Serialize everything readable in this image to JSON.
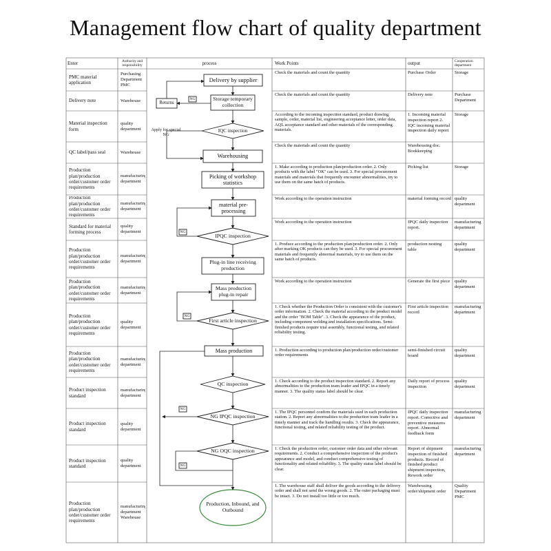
{
  "title": "Management flow chart of quality department",
  "headers": {
    "enter": "Enter",
    "authority": "Authority and responsibility",
    "process": "process",
    "work_points": "Work Points",
    "output": "output",
    "cooperation": "Cooperation department"
  },
  "rows": [
    {
      "enter": "PMC material application",
      "authority": "Purchasing Department PMC",
      "work": "Check the materials and count the quantity",
      "output": "Purchase Order",
      "coop": "Storage"
    },
    {
      "enter": "Delivery note",
      "authority": "Warehouse",
      "work": "Check the materials and count the quantity",
      "output": "Delivery note",
      "coop": "Purchase Department"
    },
    {
      "enter": "Material inspection form",
      "authority": "quality department",
      "work": "According to the incoming inspection standard, product drawing, sample, order, material list, engineering acceptance letter, order data, AQL acceptance standard and other materials of the corresponding materials.",
      "output": "1. Incoming material inspection report 2. IQC incoming material inspection daily report",
      "coop": "Storage"
    },
    {
      "enter": "QC label/pass seal",
      "authority": "Warehouse",
      "work": "Check the materials and count the quantity",
      "output": "Warehousing doc. Bookkeeping",
      "coop": ""
    },
    {
      "enter": "Production plan/production order/customer order requirements",
      "authority": "manufacturing department",
      "work": "1. Make according to production plan/production order. 2. Only products with the label \"OK\" can be used. 3. For special procurement materials and materials that frequently encounter abnormalities, try to use them on the same batch of products.",
      "output": "Picking list",
      "coop": "Storage"
    },
    {
      "enter": "Production plan/production order/customer order requirements",
      "authority": "manufacturing department",
      "work": "Work according to the operation instruction",
      "output": "material forming record",
      "coop": "quality department"
    },
    {
      "enter": "Standard for material forming process",
      "authority": "quality department",
      "work": "Work according to the operation instruction",
      "output": "IPQC daily inspection report.",
      "coop": "manufacturing department"
    },
    {
      "enter": "Production plan/production order/customer order requirements",
      "authority": "manufacturing department",
      "work": "1. Produce according to the production plan/production order. 2. Only after marking OK products can they be used. 3. For special procurement materials and frequently abnormal materials, try to use them on the same batch of products.",
      "output": "production nesting table",
      "coop": "quality department"
    },
    {
      "enter": "Production plan/production order/customer order requirements",
      "authority": "manufacturing department",
      "work": "Work according to the operation instruction",
      "output": "Generate the first piece",
      "coop": "quality department"
    },
    {
      "enter": "Production plan/production order/customer order requirements",
      "authority": "quality department",
      "work": "1. Check whether the Production Order is consistent with the customer's order information. 2. Check the material according to the product model and the order \"BOM Table\". 3. Check the appearance of the product, including component welding and installation specifications. Semi-finished products require trial assembly, functional testing, and related reliability testing.",
      "output": "First article inspection record",
      "coop": "manufacturing department"
    },
    {
      "enter": "Production plan/production order/customer order requirements",
      "authority": "manufacturing department",
      "work": "1. Production according to production plan/production order/customer order requirements",
      "output": "semi-finished circuit board",
      "coop": "quality department"
    },
    {
      "enter": "Product inspection standard",
      "authority": "manufacturing department",
      "work": "1. Check according to the product inspection standard. 2. Report any abnormalities to the production team leader and IPQC in a timely manner. 3. The quality status label should be clear.",
      "output": "Daily report of process inspection",
      "coop": "quality department"
    },
    {
      "enter": "Product inspection standard",
      "authority": "quality department",
      "work": "1. The IPQC personnel confirm the materials used in each production station. 2. Report any abnormalities to the production team leader in a timely manner and track the handling results. 3. Check the appearance, functional testing, and related reliability testing of the product.",
      "output": "IPQC daily inspection report. Corrective and preventive measures report. Abnormal feedback form",
      "coop": "manufacturing department"
    },
    {
      "enter": "Product inspection standard",
      "authority": "quality department",
      "work": "1. Check the production order, customer order data and other relevant requirements. 2. Conduct a comprehensive inspection of the product's appearance and model, and conduct comprehensive testing of functionality and related reliability. 3. The quality status label should be clear.",
      "output": "Report of shipment inspection of finished products. Record of finished product shipment inspection, Rework order",
      "coop": "manufacturing department"
    },
    {
      "enter": "Production plan/production order/customer order requirements",
      "authority": "manufacturing department Warehouse",
      "work": "1. The warehouse staff shall deliver the goods according to the delivery order and shall not send the wrong goods. 2. The outer packaging must be intact. 3. Do not install too little or too much.",
      "output": "Warehousing order/shipment order",
      "coop": "Quality Department PMC"
    }
  ],
  "process": {
    "delivery": "Delivery by supplier",
    "storage": "Storage temporary collection",
    "returns": "Returns",
    "apply_special": "Apply for special NG",
    "iqc": "IQC inspection",
    "warehousing": "Warehousing",
    "picking": "Picking of workshop statistics",
    "preprocessing": "material pre-processing",
    "ipqc": "IPQC inspection",
    "plugin": "Plug-in line receiving production",
    "mass_repair": "Mass production plug-in repair",
    "first_article": "First article inspection",
    "mass": "Mass production",
    "qc": "QC inspection",
    "ng_ipqc": "NG IPQC inspection",
    "ng_oqc": "NG OQC inspection",
    "final": "Production, Inbound, and Outbound",
    "ng": "NG"
  },
  "colors": {
    "line": "#222222",
    "final_border": "#3a8a3a"
  }
}
